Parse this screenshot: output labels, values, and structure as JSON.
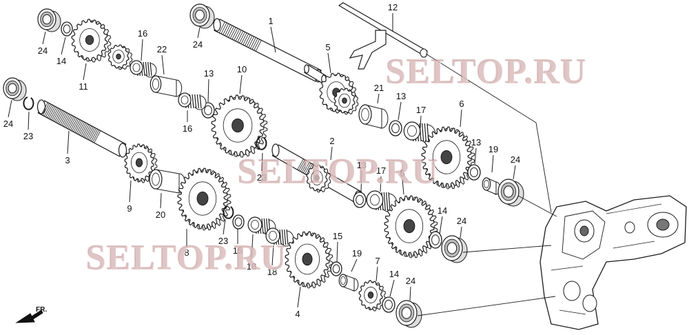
{
  "diagram": {
    "parts": [
      {
        "id": "p24a",
        "kind": "bearing",
        "label": "24"
      },
      {
        "id": "p14a",
        "kind": "washer",
        "label": "14"
      },
      {
        "id": "p11",
        "kind": "gear",
        "label": "11"
      },
      {
        "id": "p16a",
        "kind": "needle-bearing",
        "label": "16"
      },
      {
        "id": "p22",
        "kind": "collar",
        "label": "22"
      },
      {
        "id": "p24b",
        "kind": "bearing",
        "label": "24"
      },
      {
        "id": "p1",
        "kind": "shaft",
        "label": "1"
      },
      {
        "id": "p13a",
        "kind": "washer",
        "label": "13"
      },
      {
        "id": "p10",
        "kind": "gear",
        "label": "10"
      },
      {
        "id": "p5",
        "kind": "gear",
        "label": "5"
      },
      {
        "id": "p12",
        "kind": "shift-fork",
        "label": "12"
      },
      {
        "id": "p24c",
        "kind": "bearing",
        "label": "24"
      },
      {
        "id": "p23a",
        "kind": "circlip",
        "label": "23"
      },
      {
        "id": "p3",
        "kind": "shaft",
        "label": "3"
      },
      {
        "id": "p16b",
        "kind": "needle-bearing",
        "label": "16"
      },
      {
        "id": "p9",
        "kind": "gear",
        "label": "9"
      },
      {
        "id": "p20",
        "kind": "collar",
        "label": "20"
      },
      {
        "id": "p23b",
        "kind": "circlip",
        "label": "23"
      },
      {
        "id": "p2",
        "kind": "shaft",
        "label": "2"
      },
      {
        "id": "p21",
        "kind": "collar",
        "label": "21"
      },
      {
        "id": "p13b",
        "kind": "washer",
        "label": "13"
      },
      {
        "id": "p17a",
        "kind": "needle-bearing",
        "label": "17"
      },
      {
        "id": "p6a",
        "kind": "gear",
        "label": "6"
      },
      {
        "id": "p13c",
        "kind": "washer",
        "label": "13"
      },
      {
        "id": "p19a",
        "kind": "collar",
        "label": "19"
      },
      {
        "id": "p24d",
        "kind": "bearing",
        "label": "24"
      },
      {
        "id": "p8",
        "kind": "gear",
        "label": "8"
      },
      {
        "id": "p13d",
        "kind": "washer",
        "label": "13"
      },
      {
        "id": "p17b",
        "kind": "needle-bearing",
        "label": "17"
      },
      {
        "id": "p6b",
        "kind": "gear",
        "label": "6"
      },
      {
        "id": "p23c",
        "kind": "circlip",
        "label": "23"
      },
      {
        "id": "p15a",
        "kind": "washer",
        "label": "15"
      },
      {
        "id": "p18a",
        "kind": "needle-bearing",
        "label": "18"
      },
      {
        "id": "p18b",
        "kind": "needle-bearing",
        "label": "18"
      },
      {
        "id": "p4",
        "kind": "gear",
        "label": "4"
      },
      {
        "id": "p15b",
        "kind": "washer",
        "label": "15"
      },
      {
        "id": "p19b",
        "kind": "collar",
        "label": "19"
      },
      {
        "id": "p7",
        "kind": "gear",
        "label": "7"
      },
      {
        "id": "p14b",
        "kind": "washer",
        "label": "14"
      },
      {
        "id": "p24e",
        "kind": "bearing",
        "label": "24"
      },
      {
        "id": "p14c",
        "kind": "washer",
        "label": "14"
      },
      {
        "id": "p24f",
        "kind": "bearing",
        "label": "24"
      }
    ],
    "direction_marker": "FR.",
    "housing": "transmission-case"
  },
  "watermarks": [
    "SELTOP.RU",
    "SELTOP.RU",
    "SELTOP.RU"
  ],
  "colors": {
    "line": "#1a1a1a",
    "watermark": "#c89696",
    "background": "#ffffff"
  }
}
